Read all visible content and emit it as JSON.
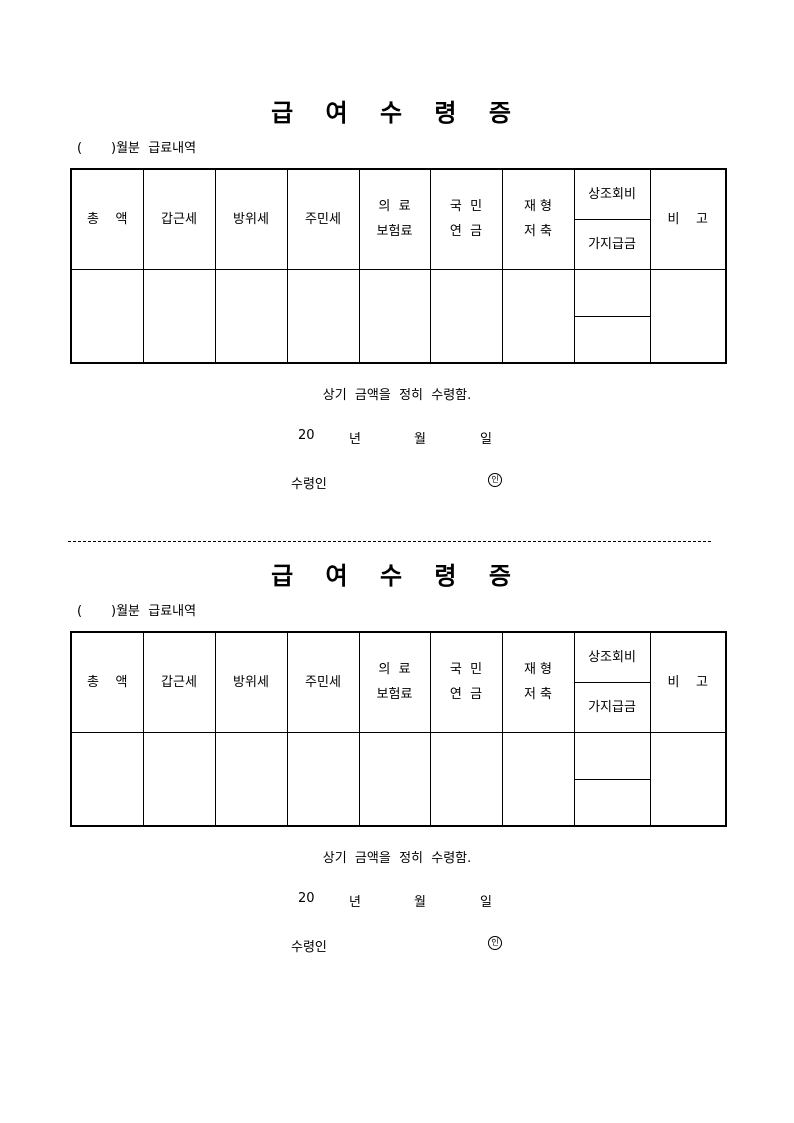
{
  "forms": [
    {
      "title": "급 여 수 령 증",
      "month_line": "(       )월분  급료내역",
      "headers": {
        "total": "총    액",
        "income_tax": "갑근세",
        "defense_tax": "방위세",
        "resident_tax": "주민세",
        "health_insurance": "의  료\n보험료",
        "national_pension": "국  민\n연  금",
        "property_savings": "재 형\n저 축",
        "mutual_aid": "상조회비",
        "other_deductions": "가지급금",
        "remarks": "비    고"
      },
      "sentence": "상기  금액을  정히  수령함.",
      "date": {
        "year_prefix": "20",
        "year": "년",
        "month": "월",
        "day": "일"
      },
      "receiver_label": "수령인",
      "seal": "인"
    },
    {
      "title": "급 여 수 령 증",
      "month_line": "(       )월분  급료내역",
      "headers": {
        "total": "총    액",
        "income_tax": "갑근세",
        "defense_tax": "방위세",
        "resident_tax": "주민세",
        "health_insurance": "의  료\n보험료",
        "national_pension": "국  민\n연  금",
        "property_savings": "재 형\n저 축",
        "mutual_aid": "상조회비",
        "other_deductions": "가지급금",
        "remarks": "비    고"
      },
      "sentence": "상기  금액을  정히  수령함.",
      "date": {
        "year_prefix": "20",
        "year": "년",
        "month": "월",
        "day": "일"
      },
      "receiver_label": "수령인",
      "seal": "인"
    }
  ]
}
